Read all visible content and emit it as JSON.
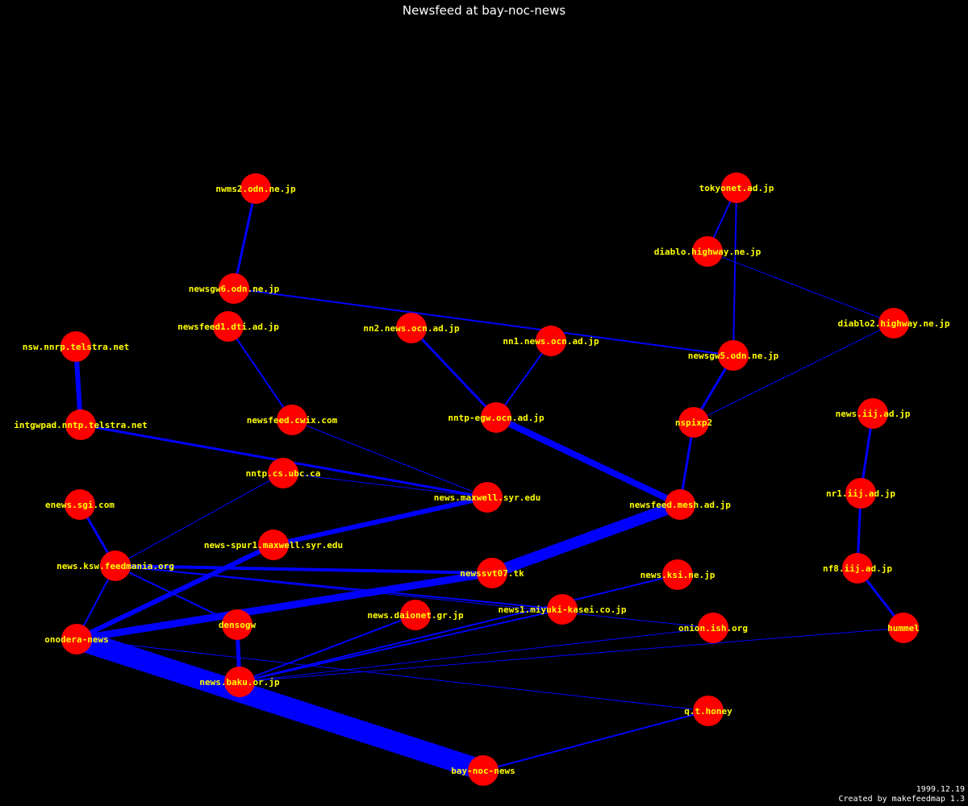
{
  "title": "Newsfeed at bay-noc-news",
  "date": "1999.12.19",
  "credit": "Created by makefeedmap 1.3",
  "colors": {
    "background": "#000000",
    "node": "#ff0000",
    "edge": "#0000ff",
    "label": "#ffff00",
    "text": "#ffffff"
  },
  "nodes": [
    {
      "id": "nwms2",
      "label": "nwms2.odn.ne.jp"
    },
    {
      "id": "tokyonet",
      "label": "tokyonet.ad.jp"
    },
    {
      "id": "diablo",
      "label": "diablo.highway.ne.jp"
    },
    {
      "id": "newsgw6",
      "label": "newsgw6.odn.ne.jp"
    },
    {
      "id": "diablo2",
      "label": "diablo2.highway.ne.jp"
    },
    {
      "id": "newsfeed1dti",
      "label": "newsfeed1.dti.ad.jp"
    },
    {
      "id": "nn2",
      "label": "nn2.news.ocn.ad.jp"
    },
    {
      "id": "nn1",
      "label": "nn1.news.ocn.ad.jp"
    },
    {
      "id": "newsgw5",
      "label": "newsgw5.odn.ne.jp"
    },
    {
      "id": "nswnnrp",
      "label": "nsw.nnrp.telstra.net"
    },
    {
      "id": "intgwpad",
      "label": "intgwpad.nntp.telstra.net"
    },
    {
      "id": "cwix",
      "label": "newsfeed.cwix.com"
    },
    {
      "id": "nntpegw",
      "label": "nntp-egw.ocn.ad.jp"
    },
    {
      "id": "nspixp2",
      "label": "nspixp2"
    },
    {
      "id": "newsiij",
      "label": "news.iij.ad.jp"
    },
    {
      "id": "nntpcsubc",
      "label": "nntp.cs.ubc.ca"
    },
    {
      "id": "enews",
      "label": "enews.sgi.com"
    },
    {
      "id": "maxwell",
      "label": "news.maxwell.syr.edu"
    },
    {
      "id": "mesh",
      "label": "newsfeed.mesh.ad.jp"
    },
    {
      "id": "nr1iij",
      "label": "nr1.iij.ad.jp"
    },
    {
      "id": "spur1",
      "label": "news-spur1.maxwell.syr.edu"
    },
    {
      "id": "feedmania",
      "label": "news.ksw.feedmania.org"
    },
    {
      "id": "newssvt07",
      "label": "newssvt07.tk"
    },
    {
      "id": "nf8iij",
      "label": "nf8.iij.ad.jp"
    },
    {
      "id": "ksi",
      "label": "news.ksi.ne.jp"
    },
    {
      "id": "miyuki",
      "label": "news1.miyuki-kasei.co.jp"
    },
    {
      "id": "onodera",
      "label": "onodera-news"
    },
    {
      "id": "densogw",
      "label": "densogw"
    },
    {
      "id": "daionet",
      "label": "news.daionet.gr.jp"
    },
    {
      "id": "onion",
      "label": "onion.ish.org"
    },
    {
      "id": "hummel",
      "label": "hummel"
    },
    {
      "id": "baku",
      "label": "news.baku.or.jp"
    },
    {
      "id": "qthoney",
      "label": "q.t.honey"
    },
    {
      "id": "baynoc",
      "label": "bay-noc-news"
    }
  ],
  "edges": [
    {
      "from": "nwms2",
      "to": "newsgw6",
      "weight": 3
    },
    {
      "from": "newsgw6",
      "to": "newsgw5",
      "weight": 2
    },
    {
      "from": "tokyonet",
      "to": "diablo",
      "weight": 2
    },
    {
      "from": "tokyonet",
      "to": "newsgw5",
      "weight": 2
    },
    {
      "from": "diablo",
      "to": "diablo2",
      "weight": 1
    },
    {
      "from": "diablo2",
      "to": "nspixp2",
      "weight": 1
    },
    {
      "from": "newsgw5",
      "to": "nspixp2",
      "weight": 3
    },
    {
      "from": "nspixp2",
      "to": "mesh",
      "weight": 3
    },
    {
      "from": "newsfeed1dti",
      "to": "cwix",
      "weight": 2
    },
    {
      "from": "nn2",
      "to": "nntpegw",
      "weight": 3
    },
    {
      "from": "nn1",
      "to": "nntpegw",
      "weight": 2
    },
    {
      "from": "nntpegw",
      "to": "mesh",
      "weight": 8
    },
    {
      "from": "nswnnrp",
      "to": "intgwpad",
      "weight": 6
    },
    {
      "from": "intgwpad",
      "to": "maxwell",
      "weight": 3
    },
    {
      "from": "cwix",
      "to": "maxwell",
      "weight": 1
    },
    {
      "from": "nntpcsubc",
      "to": "maxwell",
      "weight": 1
    },
    {
      "from": "nntpcsubc",
      "to": "feedmania",
      "weight": 1
    },
    {
      "from": "maxwell",
      "to": "spur1",
      "weight": 6
    },
    {
      "from": "spur1",
      "to": "onodera",
      "weight": 6
    },
    {
      "from": "mesh",
      "to": "newssvt07",
      "weight": 14
    },
    {
      "from": "newssvt07",
      "to": "onodera",
      "weight": 9
    },
    {
      "from": "newssvt07",
      "to": "feedmania",
      "weight": 4
    },
    {
      "from": "enews",
      "to": "feedmania",
      "weight": 3
    },
    {
      "from": "feedmania",
      "to": "onodera",
      "weight": 2
    },
    {
      "from": "feedmania",
      "to": "densogw",
      "weight": 2
    },
    {
      "from": "feedmania",
      "to": "miyuki",
      "weight": 2
    },
    {
      "from": "feedmania",
      "to": "onion",
      "weight": 1
    },
    {
      "from": "densogw",
      "to": "baku",
      "weight": 5
    },
    {
      "from": "onodera",
      "to": "baynoc",
      "weight": 26
    },
    {
      "from": "onodera",
      "to": "qthoney",
      "weight": 1
    },
    {
      "from": "baku",
      "to": "daionet",
      "weight": 2
    },
    {
      "from": "baku",
      "to": "ksi",
      "weight": 2
    },
    {
      "from": "baku",
      "to": "miyuki",
      "weight": 2
    },
    {
      "from": "baku",
      "to": "onion",
      "weight": 1
    },
    {
      "from": "baku",
      "to": "hummel",
      "weight": 1
    },
    {
      "from": "qthoney",
      "to": "baynoc",
      "weight": 2
    },
    {
      "from": "newsiij",
      "to": "nr1iij",
      "weight": 3
    },
    {
      "from": "nr1iij",
      "to": "nf8iij",
      "weight": 3
    },
    {
      "from": "nf8iij",
      "to": "hummel",
      "weight": 3
    }
  ]
}
